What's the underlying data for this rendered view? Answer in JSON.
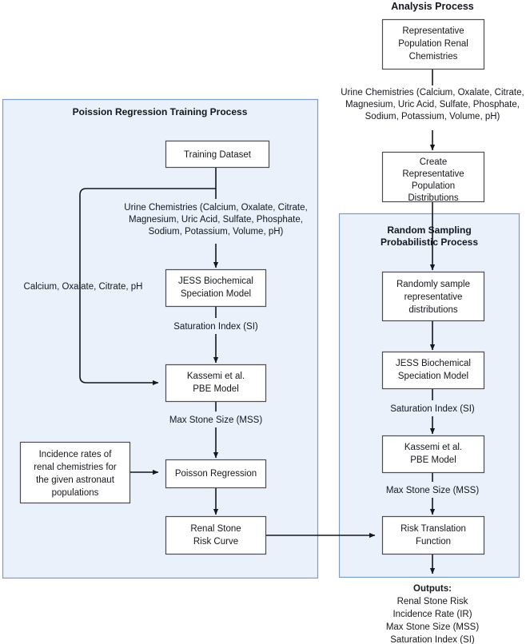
{
  "diagram": {
    "title_top_right": "Analysis Process",
    "panels": [
      {
        "id": "training-panel",
        "title": "Poission Regression Training Process",
        "fill": "#eaf1fb",
        "stroke": "#7a9cc6"
      },
      {
        "id": "sampling-panel",
        "title_line1": "Random Sampling",
        "title_line2": "Probabilistic Process",
        "fill": "#eaf1fb",
        "stroke": "#7a9cc6"
      }
    ],
    "nodes": {
      "training_dataset": {
        "line1": "Training Dataset"
      },
      "jess_left": {
        "line1": "JESS Biochemical",
        "line2": "Speciation Model"
      },
      "kassemi_left": {
        "line1": "Kassemi et al.",
        "line2": "PBE Model"
      },
      "poisson_regression": {
        "line1": "Poisson Regression"
      },
      "renal_stone_risk_curve": {
        "line1": "Renal Stone",
        "line2": "Risk Curve"
      },
      "incidence_rates": {
        "line1": "Incidence rates of",
        "line2": "renal chemistries for",
        "line3": "the given astronaut",
        "line4": "populations"
      },
      "representative_population": {
        "line1": "Representative",
        "line2": "Population Renal",
        "line3": "Chemistries"
      },
      "create_distributions": {
        "line1": "Create",
        "line2": "Representative",
        "line3": "Population",
        "line4": "Distributions"
      },
      "randomly_sample": {
        "line1": "Randomly sample",
        "line2": "representative",
        "line3": "distributions"
      },
      "jess_right": {
        "line1": "JESS Biochemical",
        "line2": "Speciation Model"
      },
      "kassemi_right": {
        "line1": "Kassemi et al.",
        "line2": "PBE Model"
      },
      "risk_translation": {
        "line1": "Risk Translation",
        "line2": "Function"
      }
    },
    "edge_labels": {
      "urine_chem_left": {
        "line1": "Urine Chemistries (Calcium, Oxalate, Citrate,",
        "line2": "Magnesium, Uric Acid, Sulfate,  Phosphate,",
        "line3": "Sodium, Potassium, Volume, pH)"
      },
      "urine_chem_right": {
        "line1": "Urine Chemistries (Calcium, Oxalate, Citrate,",
        "line2": "Magnesium, Uric Acid, Sulfate,  Phosphate,",
        "line3": "Sodium, Potassium, Volume, pH)"
      },
      "bypass_chem": "Calcium, Oxalate, Citrate, pH",
      "si_left": "Saturation Index (SI)",
      "mss_left": "Max Stone Size (MSS)",
      "si_right": "Saturation Index (SI)",
      "mss_right": "Max Stone Size (MSS)"
    },
    "outputs": {
      "heading": "Outputs:",
      "items": [
        "Renal Stone Risk",
        "Incidence Rate (IR)",
        "Max Stone Size (MSS)",
        "Saturation Index (SI)"
      ]
    }
  }
}
